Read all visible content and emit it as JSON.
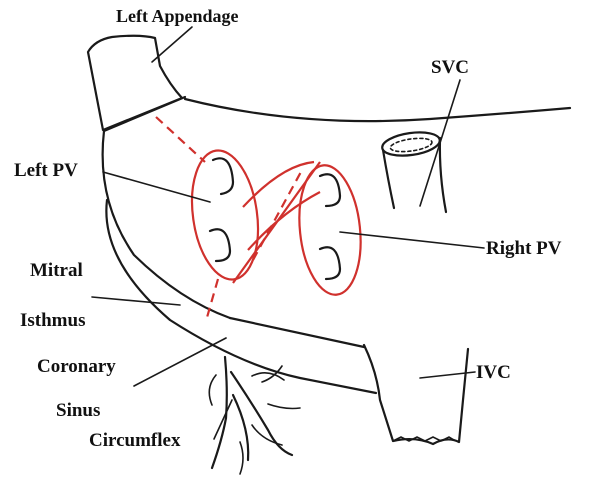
{
  "labels": {
    "left_appendage": "Left Appendage",
    "svc": "SVC",
    "left_pv": "Left PV",
    "right_pv": "Right PV",
    "mitral": "Mitral",
    "isthmus": "Isthmus",
    "coronary": "Coronary",
    "sinus": "Sinus",
    "circumflex": "Circumflex",
    "ivc": "IVC"
  },
  "colors": {
    "ablation_lines": "#d0312d",
    "outline": "#1a1a1a",
    "background": "#ffffff"
  }
}
